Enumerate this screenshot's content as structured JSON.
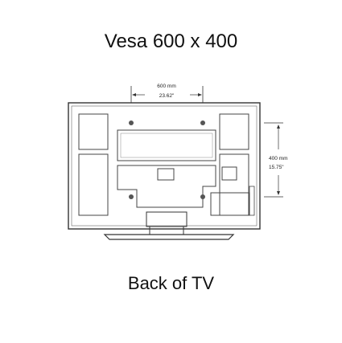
{
  "header": {
    "title": "Vesa 600 x 400"
  },
  "footer": {
    "caption": "Back of TV"
  },
  "diagram": {
    "horizontal_dimension": {
      "mm": "600 mm",
      "inches": "23.62\""
    },
    "vertical_dimension": {
      "mm": "400 mm",
      "inches": "15.75\""
    }
  }
}
